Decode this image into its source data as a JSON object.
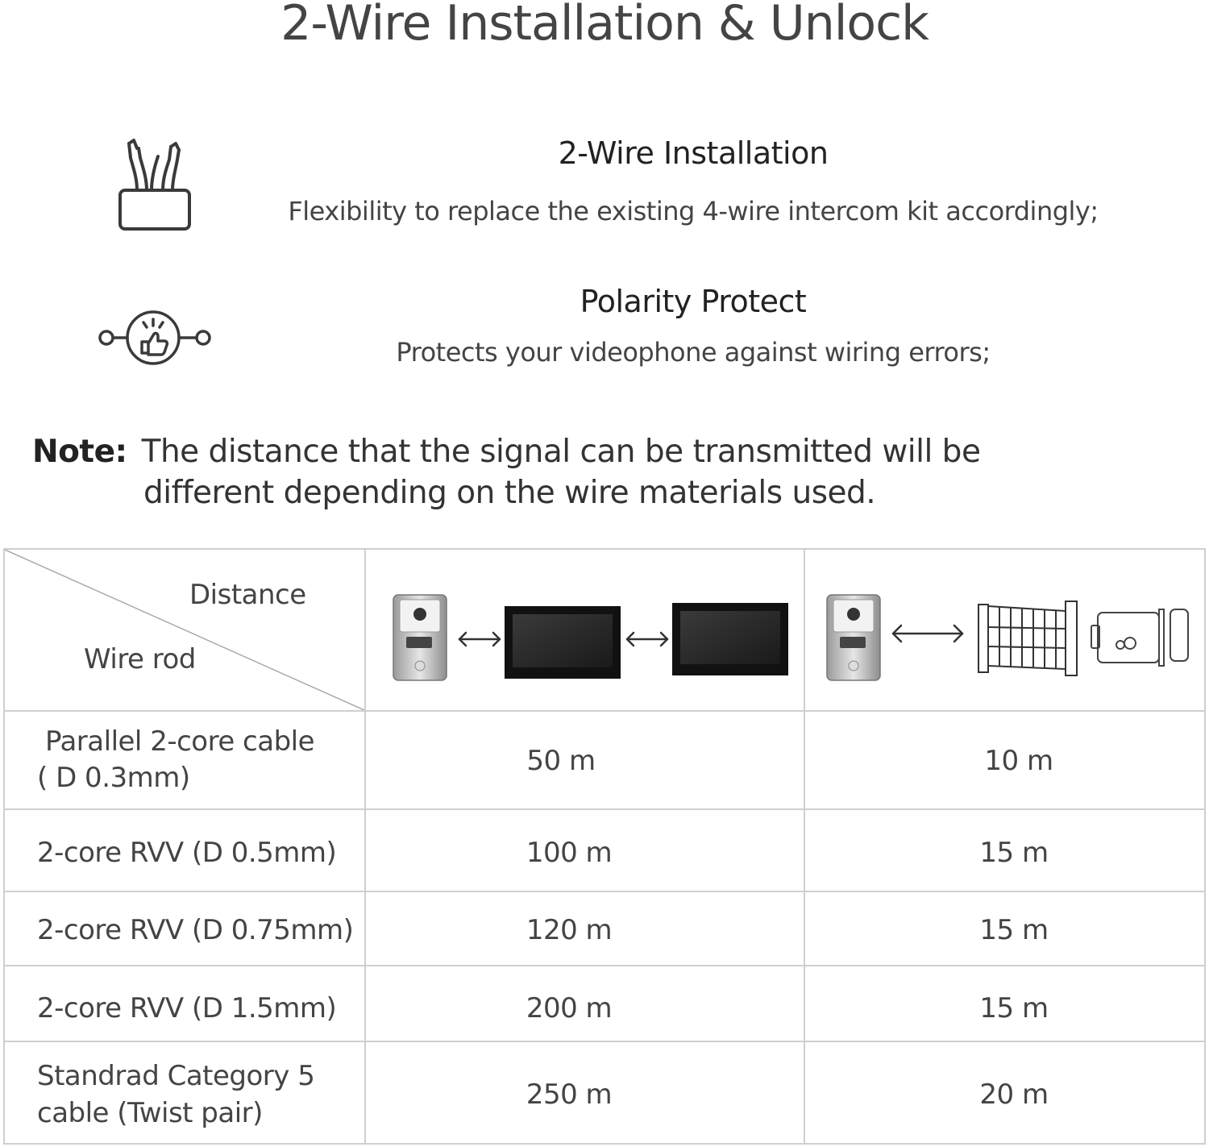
{
  "title": "2-Wire Installation & Unlock",
  "features": [
    {
      "icon": "wire-box-icon",
      "title": "2-Wire Installation",
      "description": "Flexibility to replace the existing 4-wire intercom kit accordingly;"
    },
    {
      "icon": "polarity-thumbs-up-icon",
      "title": "Polarity Protect",
      "description": "Protects your videophone against wiring errors;"
    }
  ],
  "note": {
    "label": "Note:",
    "line1": "The distance that the signal can be transmitted will be",
    "line2": "different depending on the wire materials used."
  },
  "table": {
    "header": {
      "distance": "Distance",
      "wire_rod": "Wire rod",
      "col1_icon": "doorbell-to-monitor-to-monitor-diagram",
      "col2_icon": "doorbell-to-gate-and-lock-diagram"
    },
    "rows": [
      {
        "wire_l1": "Parallel 2-core cable",
        "wire_l2": "( D 0.3mm)",
        "monitor": "50 m",
        "lock": "10 m"
      },
      {
        "wire_l1": "2-core RVV (D 0.5mm)",
        "wire_l2": "",
        "monitor": "100 m",
        "lock": "15 m"
      },
      {
        "wire_l1": "2-core RVV (D 0.75mm)",
        "wire_l2": "",
        "monitor": "120 m",
        "lock": "15 m"
      },
      {
        "wire_l1": "2-core RVV (D 1.5mm)",
        "wire_l2": "",
        "monitor": "200 m",
        "lock": "15 m"
      },
      {
        "wire_l1": "Standrad Category 5",
        "wire_l2": "cable (Twist pair)",
        "monitor": "250 m",
        "lock": "20 m"
      }
    ]
  }
}
